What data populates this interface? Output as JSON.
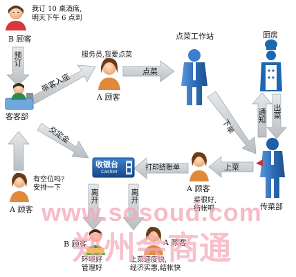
{
  "nodes": {
    "b_customer_top": {
      "speech": [
        "我订 10 桌酒席,",
        "明天下午 6 点到"
      ],
      "label": "B 顾客"
    },
    "reception": {
      "label": "客客部"
    },
    "a_customer_mid": {
      "speech": "服务员,我要点菜",
      "label": "A 顾客"
    },
    "order_station": {
      "label": "点菜工作站"
    },
    "kitchen": {
      "label": "厨房"
    },
    "serving_dept": {
      "label": "传菜部"
    },
    "cashier": {
      "title": "收银台",
      "subtitle": "Cashier"
    },
    "a_customer_right": {
      "label": "A 顾客",
      "comment": [
        "菜很好,",
        "结帐吧"
      ]
    },
    "a_customer_left": {
      "label": "A 顾客",
      "speech": [
        "有空位吗?",
        "安排一下"
      ]
    },
    "b_customer_bottom": {
      "label": "B 顾客",
      "comment": [
        "环境好",
        "管理好"
      ]
    },
    "a_customer_bottom": {
      "label": "A 顾客",
      "comment": [
        "上菜速度快,",
        "经济实惠,结帐快"
      ]
    }
  },
  "edges": {
    "reserve": "预订",
    "seat_guest": "带客入座",
    "order": "点菜",
    "place_order": "下单",
    "notify": "通知",
    "dish_out": "出菜",
    "serve": "上菜",
    "print_bill": "打印结账单",
    "hand_order": "交定金",
    "leave_1": "离开",
    "leave_2": "离开"
  },
  "watermark": {
    "url": "www.sosoud.com",
    "brand": "郑州会商通"
  },
  "colors": {
    "arrow": "#c5c9cc",
    "arrow_edge": "#9ea4a8",
    "man_blue": "#2f6db8",
    "chef_blue": "#1b67b3",
    "cashier_blue": "#1e5aa8",
    "watermark_pink": "#f3a6b6"
  }
}
